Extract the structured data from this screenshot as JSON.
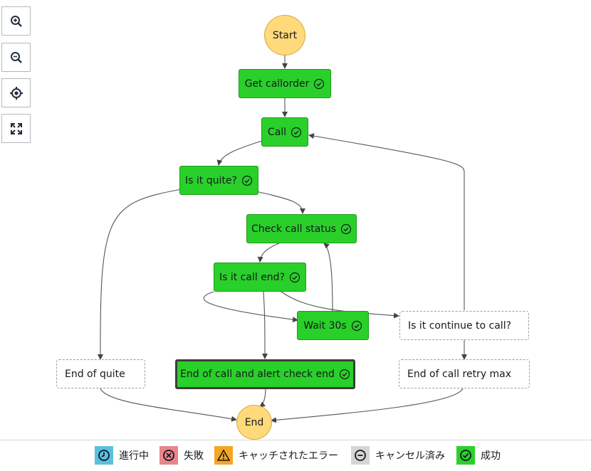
{
  "zoom_controls": {
    "zoom_in": "zoom-in",
    "zoom_out": "zoom-out",
    "center": "center",
    "fit": "fit-to-screen"
  },
  "nodes": {
    "start": "Start",
    "get_callorder": "Get callorder",
    "call": "Call",
    "is_it_quite": "Is it quite?",
    "check_call_status": "Check call status",
    "is_it_call_end": "Is it call end?",
    "wait_30s": "Wait 30s",
    "is_it_continue": "Is it continue to call?",
    "end_of_quite": "End of quite",
    "end_of_call_alert": "End of call and alert check end",
    "end_of_call_retry": "End of call retry max",
    "end": "End"
  },
  "legend": {
    "in_progress": "進行中",
    "failed": "失敗",
    "caught_error": "キャッチされたエラー",
    "cancelled": "キャンセル済み",
    "succeeded": "成功"
  },
  "colors": {
    "success": "#2ad02a",
    "terminal": "#ffd97a",
    "in_progress": "#5bc0de",
    "failed": "#e8868a",
    "caught_error": "#f5a623",
    "cancelled": "#d5d5d5"
  }
}
